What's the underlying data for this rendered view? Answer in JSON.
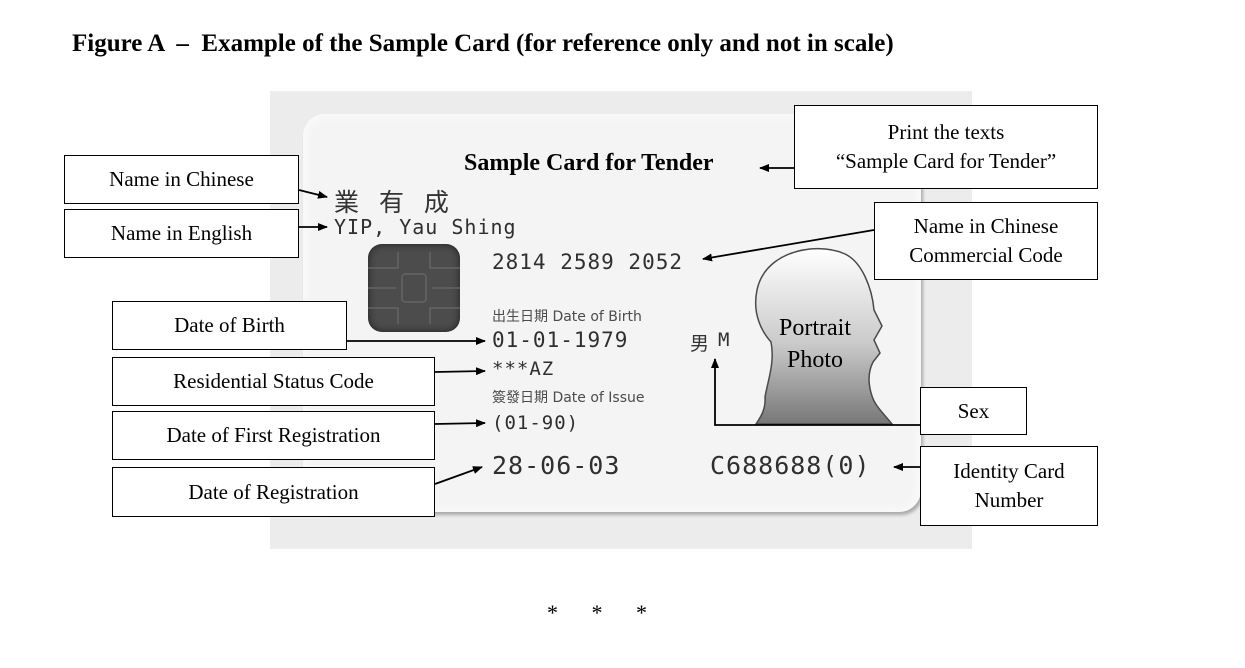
{
  "figure": {
    "title": "Figure A  –  Example of the Sample Card (for reference only and not in scale)"
  },
  "card": {
    "heading": "Sample Card for Tender",
    "name_chinese": "業 有 成",
    "name_english": "YIP, Yau Shing",
    "ccc": "2814 2589 2052",
    "dob_caption": "出生日期 Date of Birth",
    "dob": "01-01-1979",
    "sex_chinese": "男",
    "sex": "M",
    "residential_code": "***AZ",
    "issue_caption": "簽發日期 Date of Issue",
    "first_registration": "(01-90)",
    "registration": "28-06-03",
    "id_number": "C688688(0)",
    "portrait_line1": "Portrait",
    "portrait_line2": "Photo"
  },
  "labels": {
    "name_chinese": "Name in Chinese",
    "name_english": "Name in English",
    "dob": "Date of Birth",
    "residential": "Residential Status Code",
    "first_registration": "Date of First Registration",
    "registration": "Date of Registration",
    "print_line1": "Print the texts",
    "print_line2": "“Sample Card for Tender”",
    "ccc_line1": "Name in Chinese",
    "ccc_line2": "Commercial Code",
    "sex": "Sex",
    "id_line1": "Identity Card",
    "id_line2": "Number"
  },
  "footer": {
    "stars": "* * *"
  }
}
